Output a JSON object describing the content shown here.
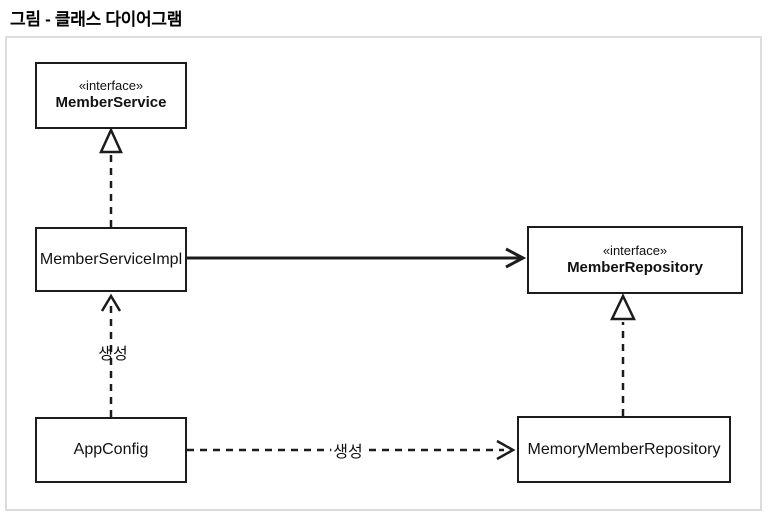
{
  "page": {
    "title": "그림 - 클래스 다이어그램"
  },
  "diagram": {
    "kind": "uml-class-diagram",
    "nodes": {
      "member_service": {
        "stereotype": "«interface»",
        "name": "MemberService"
      },
      "member_service_impl": {
        "name": "MemberServiceImpl"
      },
      "member_repository": {
        "stereotype": "«interface»",
        "name": "MemberRepository"
      },
      "app_config": {
        "name": "AppConfig"
      },
      "memory_member_repository": {
        "name": "MemoryMemberRepository"
      }
    },
    "edges": {
      "impl_realizes_service": {
        "type": "realization",
        "from": "MemberServiceImpl",
        "to": "MemberService",
        "line": "dashed",
        "head": "hollow-triangle"
      },
      "impl_uses_repository": {
        "type": "association",
        "from": "MemberServiceImpl",
        "to": "MemberRepository",
        "line": "solid",
        "head": "open-arrow"
      },
      "memory_realizes_repository": {
        "type": "realization",
        "from": "MemoryMemberRepository",
        "to": "MemberRepository",
        "line": "dashed",
        "head": "hollow-triangle"
      },
      "appconfig_creates_impl": {
        "type": "dependency",
        "from": "AppConfig",
        "to": "MemberServiceImpl",
        "label": "생성",
        "line": "dashed",
        "head": "open-arrow"
      },
      "appconfig_creates_memory": {
        "type": "dependency",
        "from": "AppConfig",
        "to": "MemoryMemberRepository",
        "label": "생성",
        "line": "dashed",
        "head": "open-arrow"
      }
    },
    "colors": {
      "line": "#1c1c1c",
      "box_border": "#1c1c1c",
      "box_fill": "#ffffff",
      "frame_border": "#dcdcdc",
      "background": "#ffffff"
    }
  }
}
